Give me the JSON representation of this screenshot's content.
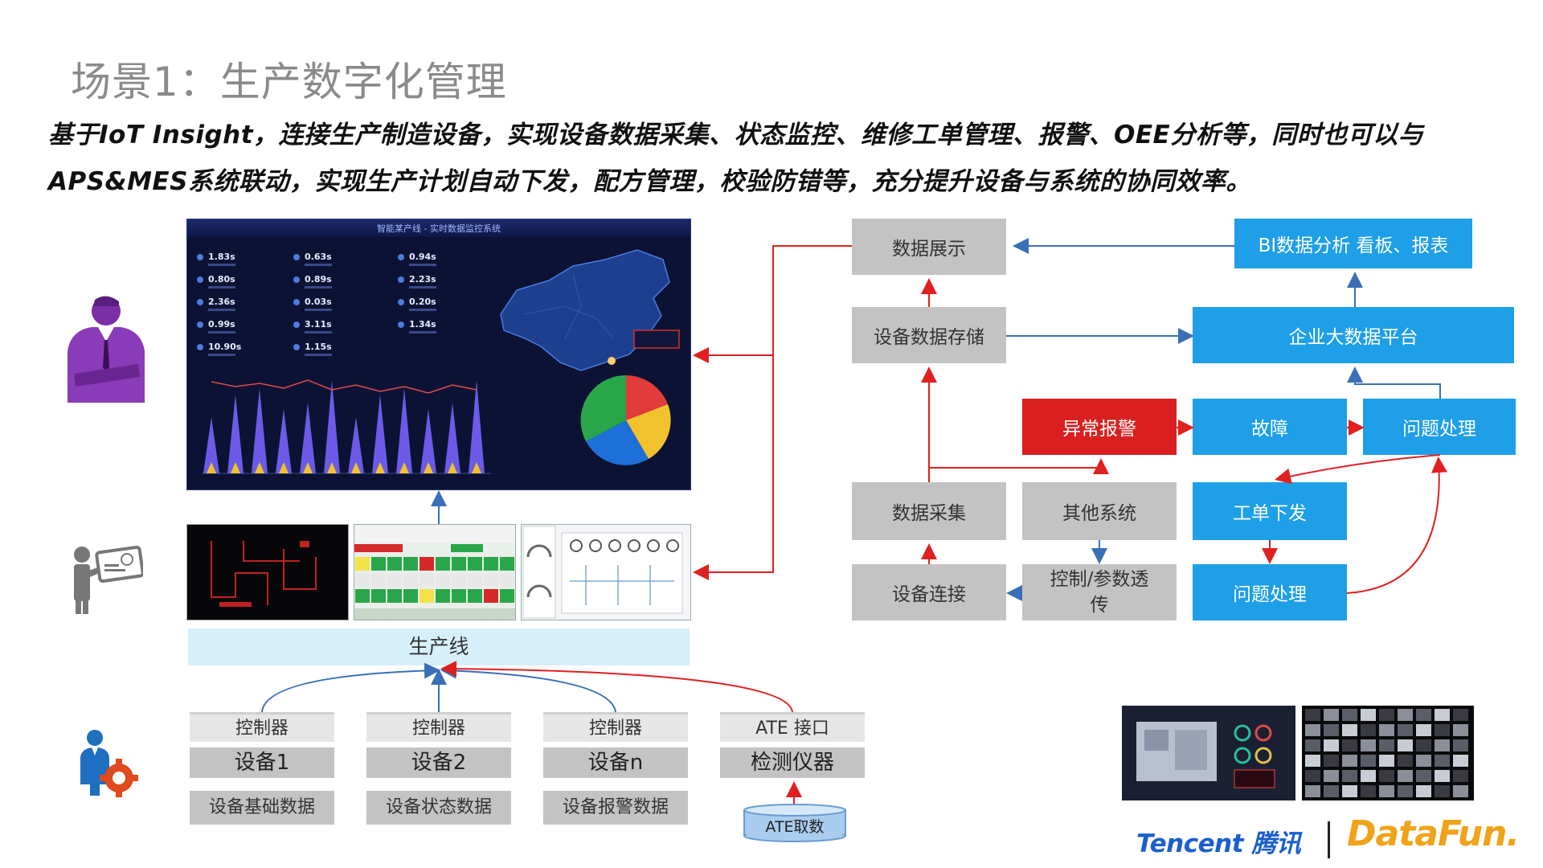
{
  "title": "场景1：生产数字化管理",
  "subtitle_line1": "基于IoT Insight，连接生产制造设备，实现设备数据采集、状态监控、维修工单管理、报警、OEE分析等，同时也可以与",
  "subtitle_line2": "APS&MES系统联动，实现生产计划自动下发，配方管理，校验防错等，充分提升设备与系统的协同效率。",
  "dashboard": {
    "title": "智能某产线 - 实时数据监控系统",
    "metrics": [
      "1.83s",
      "0.63s",
      "0.94s",
      "0.80s",
      "0.89s",
      "2.23s",
      "2.36s",
      "0.03s",
      "0.20s",
      "0.99s",
      "3.11s",
      "1.34s",
      "10.90s",
      "1.15s"
    ]
  },
  "production_line": "生产线",
  "devices": [
    {
      "controller": "控制器",
      "device": "设备1",
      "data": "设备基础数据"
    },
    {
      "controller": "控制器",
      "device": "设备2",
      "data": "设备状态数据"
    },
    {
      "controller": "控制器",
      "device": "设备n",
      "data": "设备报警数据"
    },
    {
      "controller": "ATE 接口",
      "device": "检测仪器"
    }
  ],
  "ate_source": "ATE取数",
  "flow": {
    "data_display": "数据展示",
    "bi": "BI数据分析 看板、报表",
    "device_storage": "设备数据存储",
    "enterprise_platform": "企业大数据平台",
    "alarm": "异常报警",
    "fault": "故障",
    "issue_handling_top": "问题处理",
    "data_collection": "数据采集",
    "other_systems": "其他系统",
    "work_order": "工单下发",
    "device_connection": "设备连接",
    "control_params": "控制/参数透传",
    "issue_handling_bottom": "问题处理"
  },
  "logos": {
    "tencent": "Tencent 腾讯",
    "datafun": "DataFun."
  },
  "colors": {
    "gray_box": "#c3c3c3",
    "blue_box": "#1e9fe8",
    "red_box": "#d91f1f",
    "red_arrow": "#e02020",
    "blue_arrow": "#3a6fb8",
    "line_band": "#d6f0fb"
  }
}
